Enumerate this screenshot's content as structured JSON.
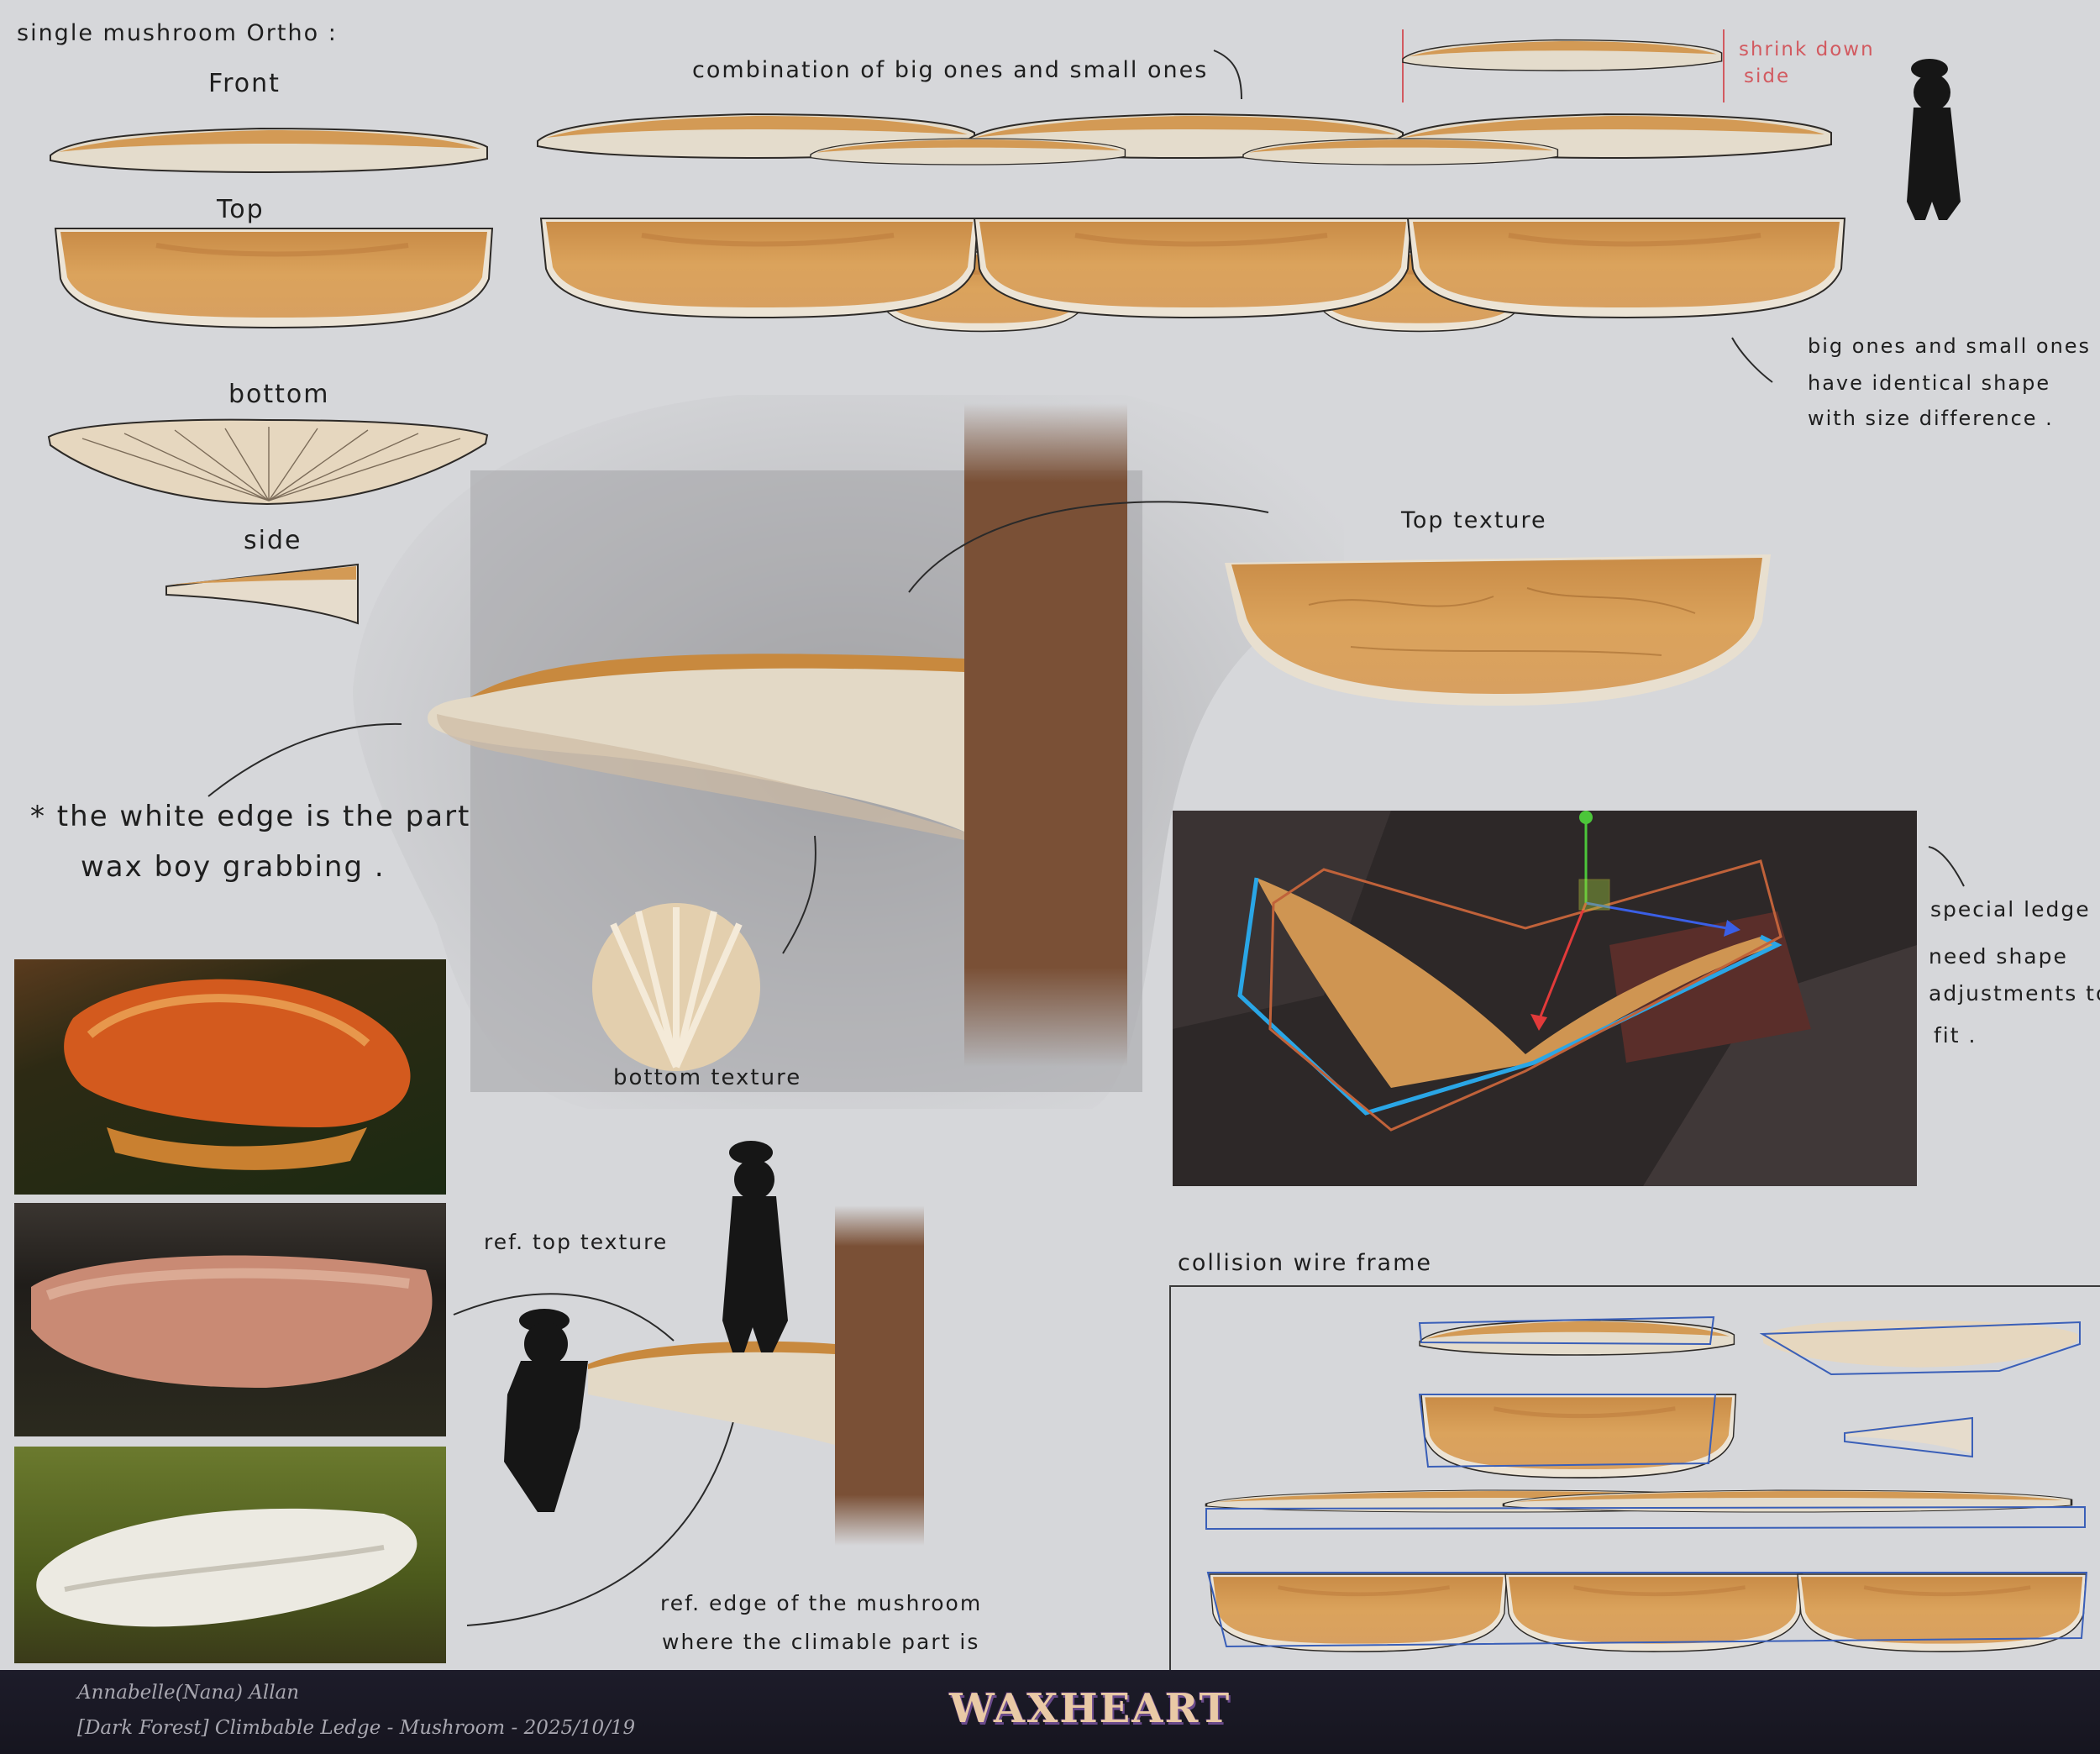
{
  "labels": {
    "ortho_title": "single mushroom Ortho :",
    "front": "Front",
    "top": "Top",
    "bottom": "bottom",
    "side": "side",
    "combination": "combination of big ones and small ones",
    "shrink_down": "shrink down",
    "shrink_side": "side",
    "identical_shape_1": "big ones and small ones",
    "identical_shape_2": "have identical shape",
    "identical_shape_3": "with size difference .",
    "top_texture": "Top texture",
    "white_edge_1": "* the white edge is the part",
    "white_edge_2": "wax boy grabbing .",
    "bottom_texture": "bottom texture",
    "special_ledge_1": "special ledge",
    "special_ledge_2": "need shape",
    "special_ledge_3": "adjustments to",
    "special_ledge_4": "fit .",
    "ref_top_texture": "ref. top texture",
    "ref_edge_1": "ref. edge of the mushroom",
    "ref_edge_2": "where the climable part is",
    "collision_wire_frame": "collision wire frame"
  },
  "footer": {
    "author": "Annabelle(Nana) Allan",
    "caption": "[Dark Forest] Climbable Ledge - Mushroom - 2025/10/19",
    "logo_text": "WAXHEART"
  },
  "colors": {
    "background": "#d6d7da",
    "cap_orange": "#d39a55",
    "cap_dark": "#b9783a",
    "underside_cream": "#e6dccb",
    "trunk_brown": "#7a5036",
    "silhouette": "#161616",
    "wireframe_blue": "#3a5fb8",
    "annotation_red": "#d25a60",
    "footer_bg": "#1d1c2a"
  },
  "icons": [
    "arrow-icon",
    "character-silhouette-icon",
    "gizmo-axis-icon",
    "waxheart-logo"
  ]
}
